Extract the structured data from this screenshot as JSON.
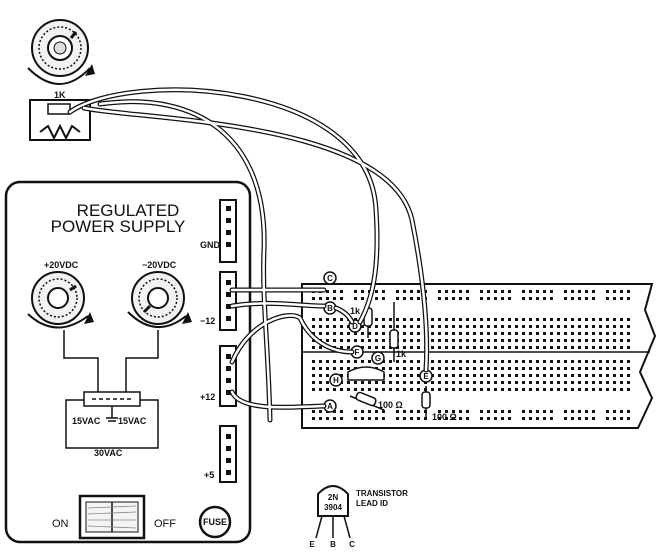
{
  "potentiometer": {
    "label": "1K"
  },
  "power_supply": {
    "title_line1": "REGULATED",
    "title_line2": "POWER  SUPPLY",
    "knob_left_label": "+20VDC",
    "knob_right_label": "−20VDC",
    "transformer_left": "15VAC",
    "transformer_right": "15VAC",
    "transformer_total": "30VAC",
    "terminal_labels": [
      "GND",
      "−12",
      "+12",
      "+5"
    ],
    "switch_on": "ON",
    "switch_off": "OFF",
    "fuse": "FUSE"
  },
  "breadboard": {
    "nodes": [
      "C",
      "B",
      "D",
      "F",
      "G",
      "H",
      "E",
      "A"
    ],
    "resistor_labels": [
      "1k",
      "1k",
      "100 Ω",
      "100 Ω"
    ]
  },
  "transistor": {
    "body_line1": "2N",
    "body_line2": "3904",
    "caption_line1": "TRANSISTOR",
    "caption_line2": "LEAD ID",
    "leads": [
      "E",
      "B",
      "C"
    ]
  },
  "colors": {
    "ink": "#111111",
    "background": "#ffffff",
    "wire_inner": "#ffffff",
    "knob_fill": "#e8e8e8"
  }
}
